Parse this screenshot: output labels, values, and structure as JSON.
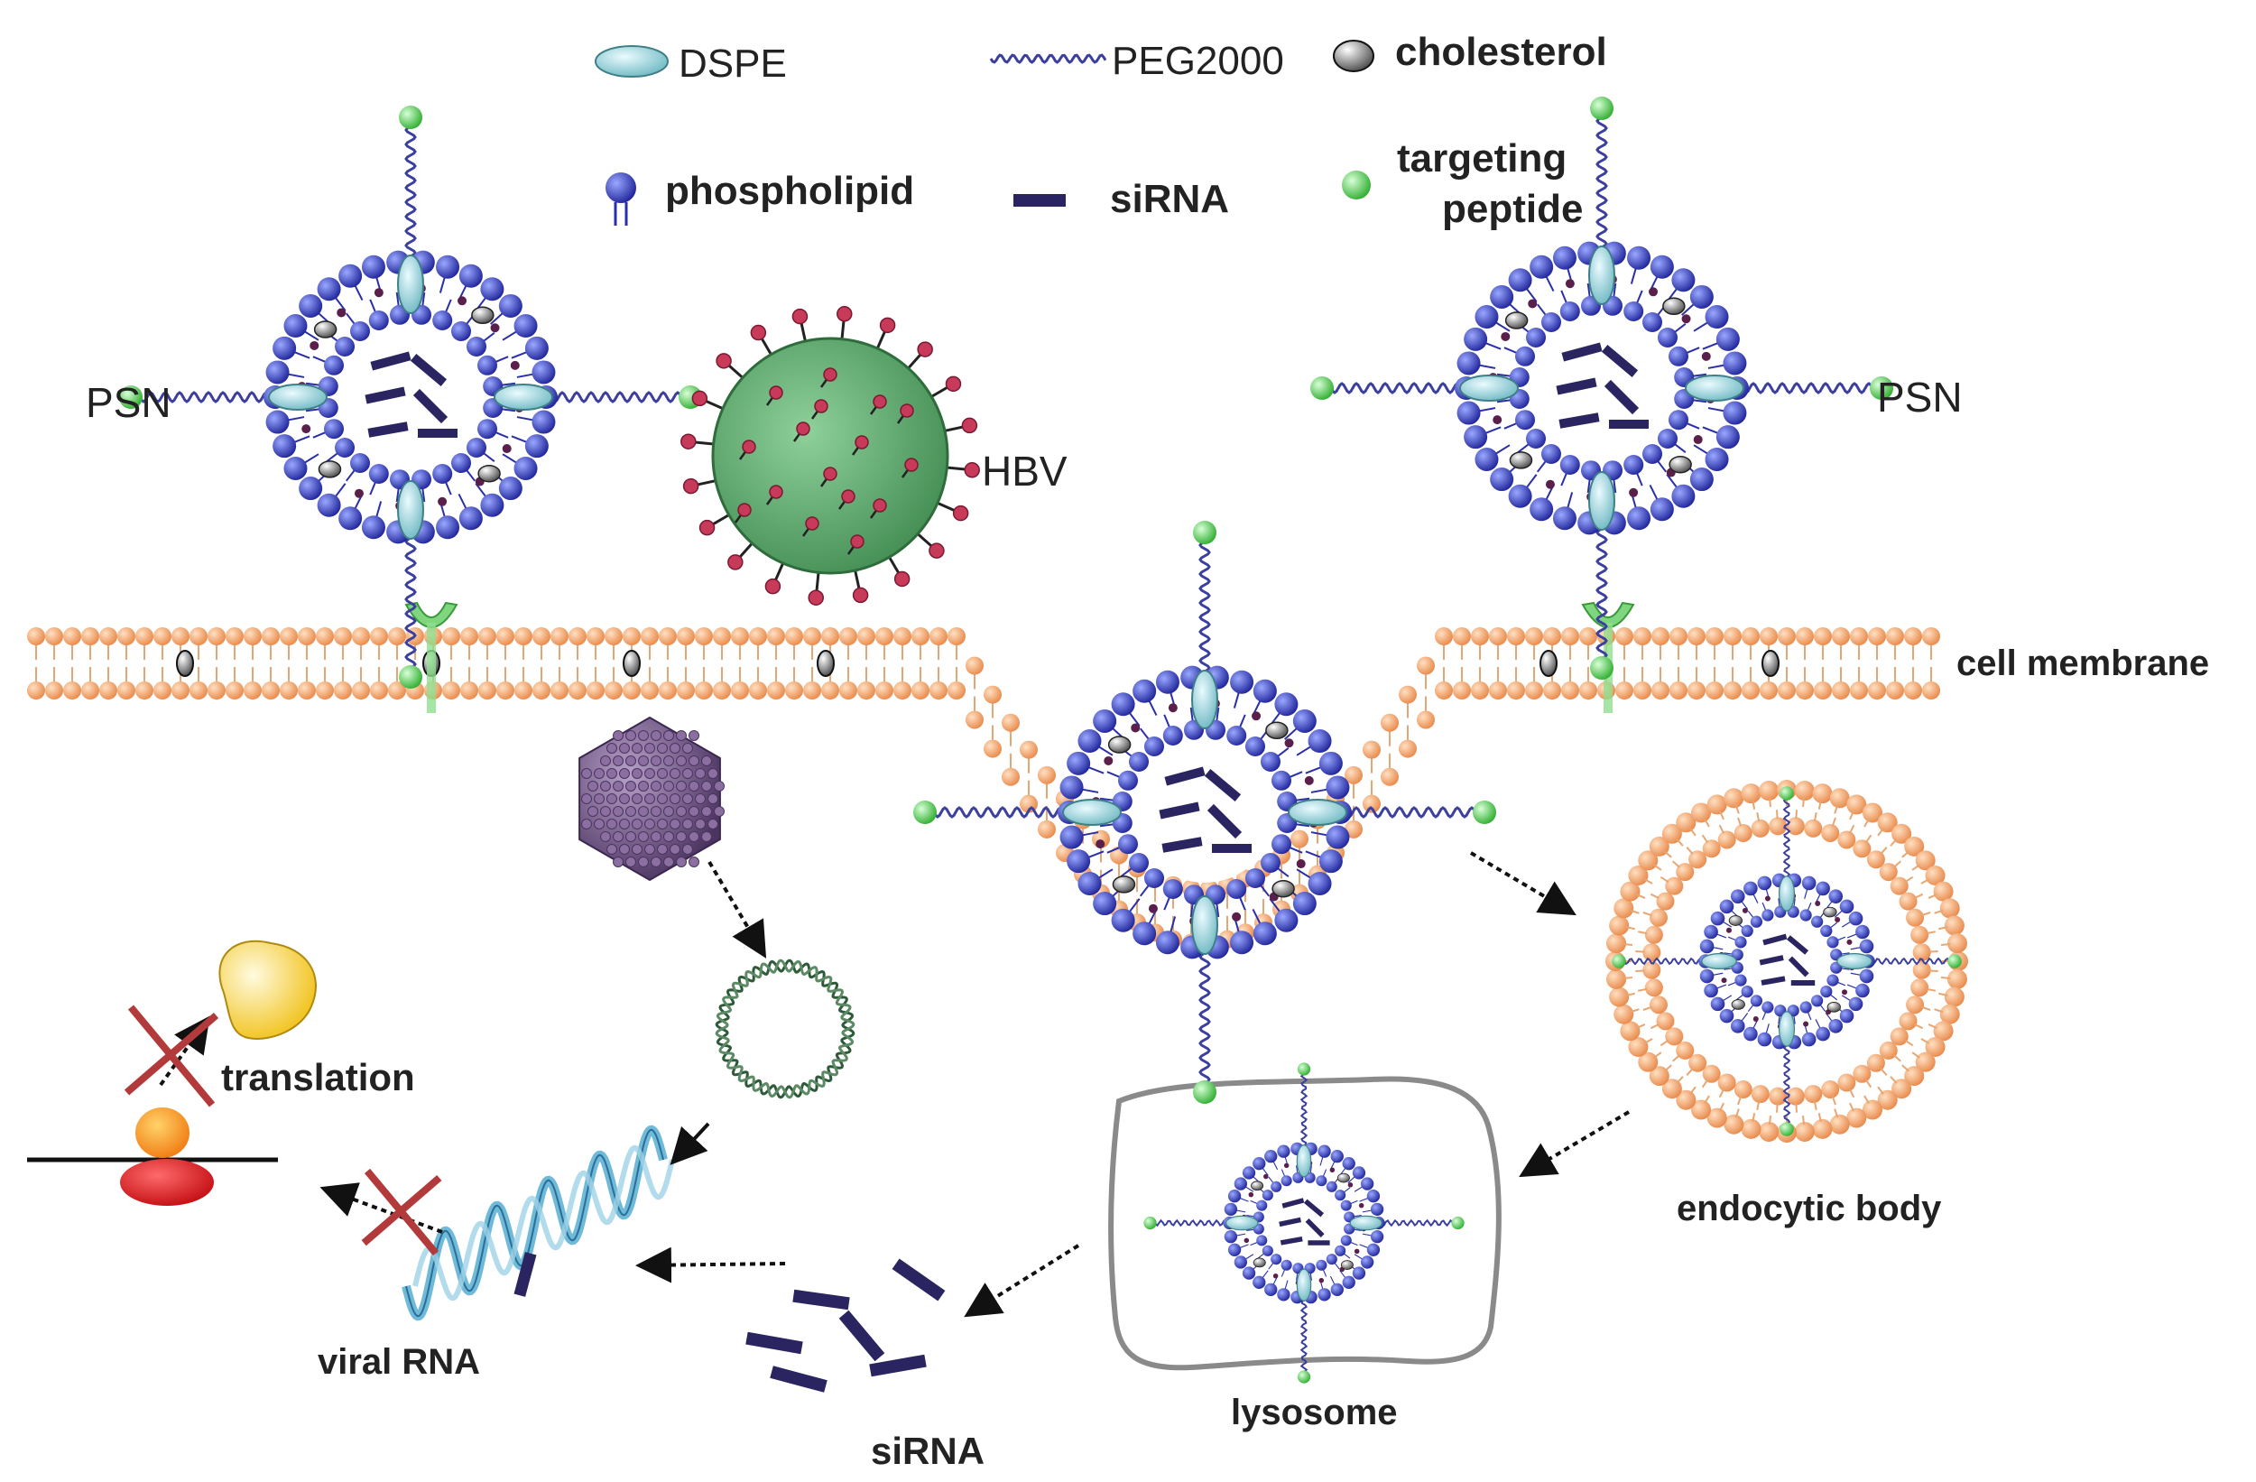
{
  "legend": {
    "dspe": "DSPE",
    "peg": "PEG2000",
    "cholesterol": "cholesterol",
    "phospholipid": "phospholipid",
    "sirna": "siRNA",
    "targeting_line1": "targeting",
    "targeting_line2": "peptide"
  },
  "labels": {
    "psn_left": "PSN",
    "psn_right": "PSN",
    "hbv": "HBV",
    "cell_membrane": "cell membrane",
    "endocytic_body": "endocytic body",
    "lysosome": "lysosome",
    "sirna": "siRNA",
    "viral_rna": "viral RNA",
    "translation": "translation"
  },
  "colors": {
    "lipid_head": "#f2a46a",
    "phospholipid_blue": "#2a2fa8",
    "dspe": "#9fd6dc",
    "peptide": "#44cc44",
    "sirna": "#2a2560",
    "hbv": "#5aa86c",
    "hbv_spike": "#c83a5a",
    "capsid": "#6a4c7c",
    "block": "#b33a3a"
  }
}
